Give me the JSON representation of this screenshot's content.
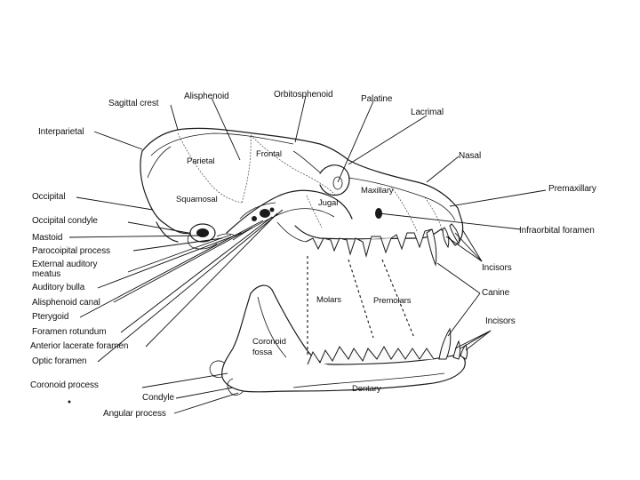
{
  "labels": {
    "sagittal_crest": "Sagittal crest",
    "alisphenoid": "Alisphenoid",
    "orbitosphenoid": "Orbitosphenoid",
    "palatine": "Palatine",
    "lacrimal": "Lacrimal",
    "interparietal": "Interparietal",
    "nasal": "Nasal",
    "parietal": "Parietal",
    "frontal": "Frontal",
    "premaxillary": "Premaxillary",
    "maxillary": "Maxillary",
    "occipital": "Occipital",
    "squamosal": "Squamosal",
    "jugal": "Jugal",
    "occipital_condyle": "Occipital condyle",
    "infraorbital_foramen": "Infraorbital foramen",
    "mastoid": "Mastoid",
    "paroccipital_process": "Parocoipital process",
    "external_auditory": "External auditory",
    "meatus": "meatus",
    "incisors_upper": "Incisors",
    "auditory_bulla": "Auditory bulla",
    "canine": "Canine",
    "alisphenoid_canal": "Alisphenoid canal",
    "molars": "Molars",
    "premolars": "Premolars",
    "pterygoid": "Pterygoid",
    "incisors_lower": "Incisors",
    "foramen_rotundum": "Foramen rotundum",
    "coronoid": "Coronoid",
    "fossa": "fossa",
    "anterior_lacerate_foramen": "Anterior lacerate foramen",
    "optic_foramen": "Optic foramen",
    "coronoid_process": "Coronoid process",
    "dentary": "Dentary",
    "condyle": "Condyle",
    "angular_process": "Angular process"
  }
}
